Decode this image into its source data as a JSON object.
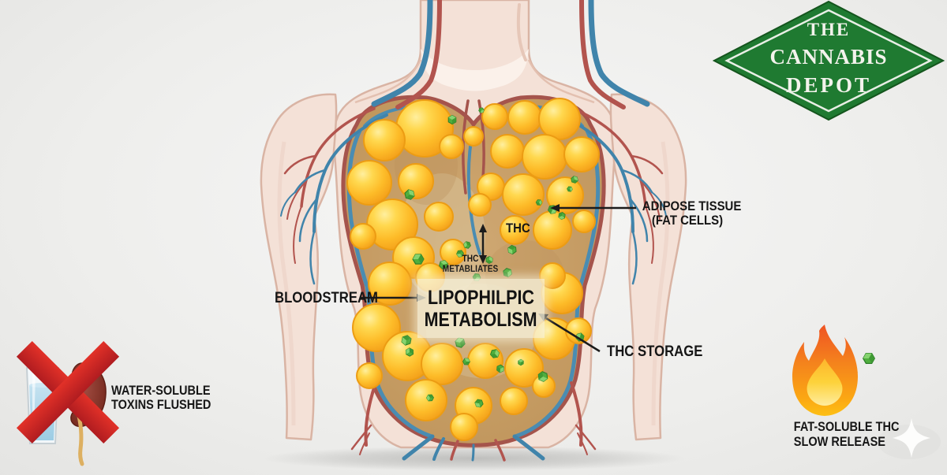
{
  "logo": {
    "line1": "THE",
    "line2": "CANNABIS",
    "line3": "DEPOT"
  },
  "labels": {
    "adipose": {
      "line1": "ADIPOSE TISSUE",
      "line2": "(FAT CELLS)"
    },
    "thc": "THC",
    "metabolites": {
      "line1": "THC",
      "line2": "METABLIATES"
    },
    "bloodstream": "BLOODSTREAM",
    "metabolism": {
      "line1": "LIPOPHILPIC",
      "line2": "METABOLISM"
    },
    "storage": "THC STORAGE"
  },
  "callouts": {
    "flushed": {
      "line1": "WATER-SOLUBLE",
      "line2": "TOXINS FLUSHED"
    },
    "release": {
      "line1": "FAT-SOLUBLE THC",
      "line2": "SLOW RELEASE"
    }
  },
  "colors": {
    "logo_green": "#1f7a31",
    "tissue_tan": "#c59d65",
    "fat_cell_yellow": "#fdbf2d",
    "crystal_green": "#53b13f",
    "artery_red": "#b2544e",
    "vein_blue": "#4084ab",
    "cross_red": "#d2232a"
  }
}
